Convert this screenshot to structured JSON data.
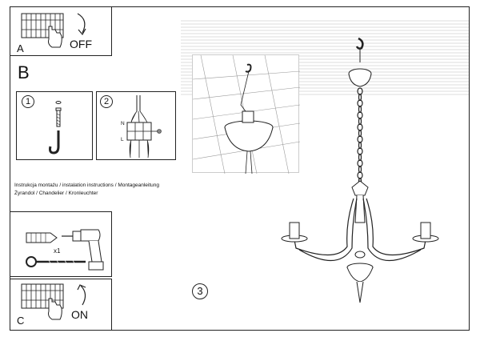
{
  "step_a": {
    "label": "A",
    "action": "OFF"
  },
  "step_b": {
    "label": "B",
    "sub1": "1",
    "sub2": "2"
  },
  "step_c": {
    "label": "C",
    "action": "ON"
  },
  "step_3": {
    "label": "3"
  },
  "captions": {
    "line1": "Instrukcja montażu / instalation instructions / Montageanleitung",
    "line2": "Żyrandol / Chandelier / Kronleuchter"
  },
  "drill_panel": {
    "quantity": "x1"
  },
  "wiring": {
    "n": "N",
    "l": "L"
  },
  "icons": [
    "fuse-box-icon",
    "hand-icon",
    "arrow-icon",
    "screw-icon",
    "hook-icon",
    "connector-icon",
    "drill-icon",
    "anchor-icon",
    "chandelier-icon"
  ]
}
